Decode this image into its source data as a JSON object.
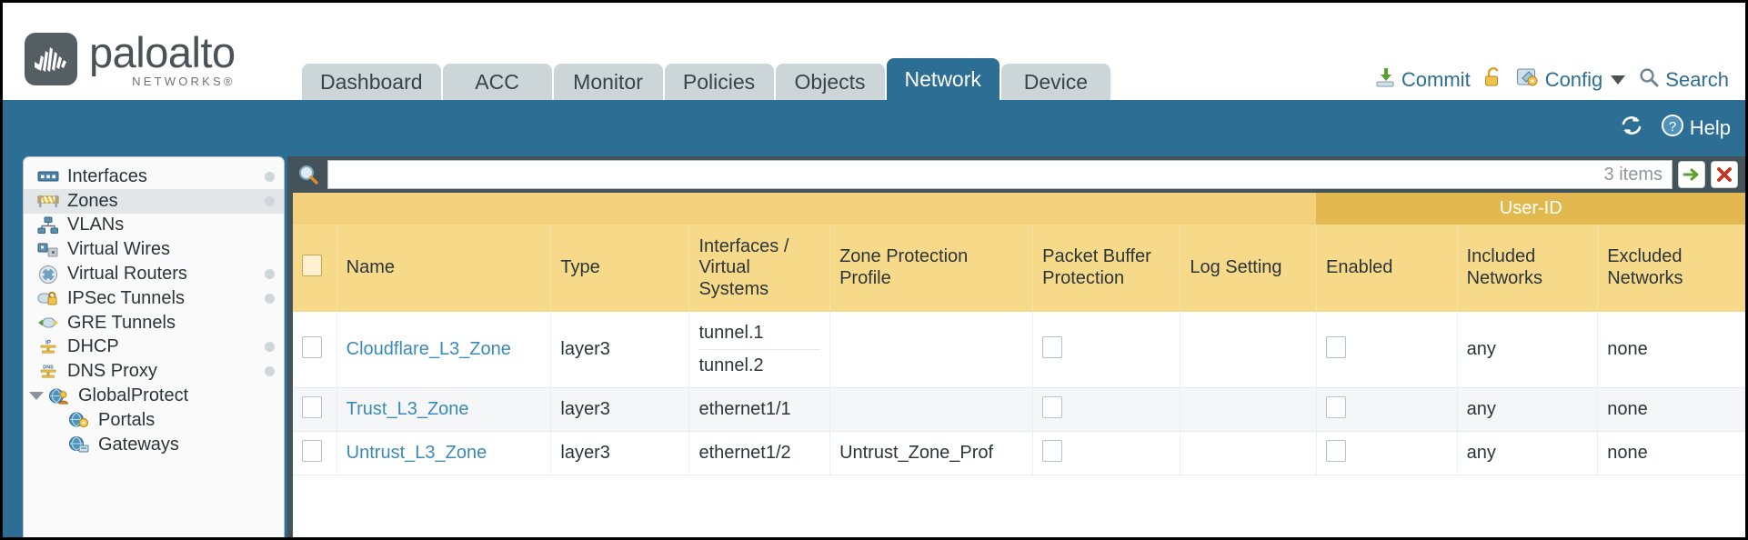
{
  "brand": {
    "name": "paloalto",
    "sub": "NETWORKS®"
  },
  "nav": {
    "tabs": [
      {
        "label": "Dashboard",
        "active": false
      },
      {
        "label": "ACC",
        "active": false
      },
      {
        "label": "Monitor",
        "active": false
      },
      {
        "label": "Policies",
        "active": false
      },
      {
        "label": "Objects",
        "active": false
      },
      {
        "label": "Network",
        "active": true
      },
      {
        "label": "Device",
        "active": false
      }
    ]
  },
  "toptools": {
    "commit": "Commit",
    "config": "Config",
    "search": "Search"
  },
  "band": {
    "help": "Help"
  },
  "sidebar": {
    "items": [
      {
        "label": "Interfaces",
        "icon": "interfaces-icon",
        "selected": false,
        "child": false,
        "expander": false,
        "dot": true
      },
      {
        "label": "Zones",
        "icon": "zones-icon",
        "selected": true,
        "child": false,
        "expander": false,
        "dot": true
      },
      {
        "label": "VLANs",
        "icon": "vlans-icon",
        "selected": false,
        "child": false,
        "expander": false,
        "dot": false
      },
      {
        "label": "Virtual Wires",
        "icon": "virtual-wires-icon",
        "selected": false,
        "child": false,
        "expander": false,
        "dot": false
      },
      {
        "label": "Virtual Routers",
        "icon": "virtual-routers-icon",
        "selected": false,
        "child": false,
        "expander": false,
        "dot": true
      },
      {
        "label": "IPSec Tunnels",
        "icon": "ipsec-tunnels-icon",
        "selected": false,
        "child": false,
        "expander": false,
        "dot": true
      },
      {
        "label": "GRE Tunnels",
        "icon": "gre-tunnels-icon",
        "selected": false,
        "child": false,
        "expander": false,
        "dot": false
      },
      {
        "label": "DHCP",
        "icon": "dhcp-icon",
        "selected": false,
        "child": false,
        "expander": false,
        "dot": true
      },
      {
        "label": "DNS Proxy",
        "icon": "dns-proxy-icon",
        "selected": false,
        "child": false,
        "expander": false,
        "dot": true
      },
      {
        "label": "GlobalProtect",
        "icon": "globalprotect-icon",
        "selected": false,
        "child": false,
        "expander": true,
        "dot": false
      },
      {
        "label": "Portals",
        "icon": "portals-icon",
        "selected": false,
        "child": true,
        "expander": false,
        "dot": false
      },
      {
        "label": "Gateways",
        "icon": "gateways-icon",
        "selected": false,
        "child": true,
        "expander": false,
        "dot": false
      }
    ]
  },
  "search": {
    "value": "",
    "placeholder": "",
    "items_count": "3 items"
  },
  "table": {
    "group_header": {
      "userid": "User-ID"
    },
    "columns": [
      "Name",
      "Type",
      "Interfaces / Virtual Systems",
      "Zone Protection Profile",
      "Packet Buffer Protection",
      "Log Setting",
      "Enabled",
      "Included Networks",
      "Excluded Networks"
    ],
    "rows": [
      {
        "name": "Cloudflare_L3_Zone",
        "type": "layer3",
        "interfaces": [
          "tunnel.1",
          "tunnel.2"
        ],
        "zone_protection_profile": "",
        "packet_buffer_protection": false,
        "log_setting": "",
        "user_id_enabled": false,
        "included_networks": "any",
        "excluded_networks": "none"
      },
      {
        "name": "Trust_L3_Zone",
        "type": "layer3",
        "interfaces": [
          "ethernet1/1"
        ],
        "zone_protection_profile": "",
        "packet_buffer_protection": false,
        "log_setting": "",
        "user_id_enabled": false,
        "included_networks": "any",
        "excluded_networks": "none"
      },
      {
        "name": "Untrust_L3_Zone",
        "type": "layer3",
        "interfaces": [
          "ethernet1/2"
        ],
        "zone_protection_profile": "Untrust_Zone_Prof",
        "packet_buffer_protection": false,
        "log_setting": "",
        "user_id_enabled": false,
        "included_networks": "any",
        "excluded_networks": "none"
      }
    ]
  },
  "colors": {
    "brand_blue": "#2d6e94",
    "header_amber": "#f7d98a",
    "group_amber": "#e2b94f",
    "link_blue": "#3a8ab8"
  }
}
